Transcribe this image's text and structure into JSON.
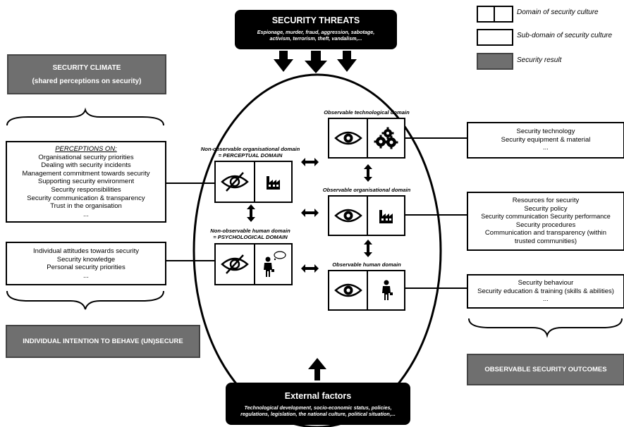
{
  "legend": {
    "domain": "Domain of security culture",
    "subdomain": "Sub-domain of security culture",
    "result": "Security result"
  },
  "threats": {
    "title": "SECURITY THREATS",
    "items_line1": "Espionage, murder, fraud, aggression, sabotage,",
    "items_line2": "activism, terrorism, theft, vandalism,..."
  },
  "external": {
    "title": "External factors",
    "line1": "Technological development, socio-economic status, policies,",
    "line2": "regulations, legislation, the national culture, political situation,..."
  },
  "climate": {
    "title": "SECURITY CLIMATE",
    "subtitle": "(shared perceptions on security)"
  },
  "perceptions": {
    "heading": "PERCEPTIONS ON:",
    "items": [
      "Organisational security priorities",
      "Dealing with security incidents",
      "Management commitment towards security",
      "Supporting security environment",
      "Security responsibilities",
      "Security communication & transparency",
      "Trust in the organisation",
      "..."
    ]
  },
  "individual": {
    "items": [
      "Individual attitudes towards security",
      "Security knowledge",
      "Personal security priorities",
      "..."
    ]
  },
  "intention": {
    "title": "INDIVIDUAL INTENTION TO BEHAVE (UN)SECURE"
  },
  "outcomes": {
    "title": "OBSERVABLE SECURITY OUTCOMES"
  },
  "tech_box": {
    "items": [
      "Security technology",
      "Security equipment & material",
      "..."
    ]
  },
  "org_box": {
    "items": [
      "Resources for security",
      "Security policy",
      "Security communication Security performance",
      "Security procedures",
      "Communication and transparency (within",
      "trusted communities)"
    ]
  },
  "behaviour_box": {
    "items": [
      "Security behaviour",
      "Security education & training (skills & abilities)",
      "..."
    ]
  },
  "domains": {
    "tech": "Observable technological domain",
    "org_obs": "Observable organisational domain",
    "human_obs": "Observable human domain",
    "nonobs_org_1": "Non-observable organisational domain",
    "nonobs_org_2": "= PERCEPTUAL DOMAIN",
    "nonobs_human_1": "Non-observable human domain",
    "nonobs_human_2": "= PSYCHOLOGICAL DOMAIN"
  },
  "icons": [
    "eye-icon",
    "eye-crossed-icon",
    "gears-icon",
    "factory-icon",
    "person-icon",
    "thinking-person-icon"
  ]
}
